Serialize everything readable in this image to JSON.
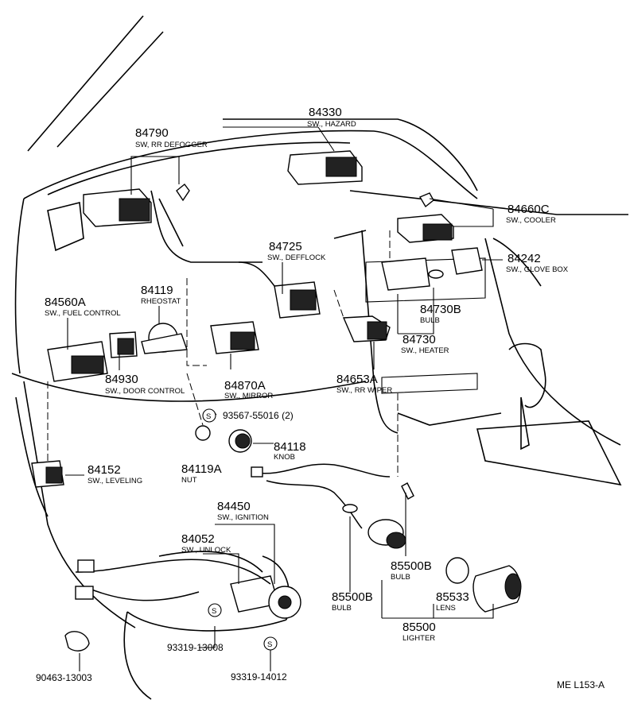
{
  "parts": [
    {
      "number": "84330",
      "desc": "SW., HAZARD"
    },
    {
      "number": "84790",
      "desc": "SW, RR DEFOGGER"
    },
    {
      "number": "84660C",
      "desc": "SW., COOLER"
    },
    {
      "number": "84242",
      "desc": "SW., GLOVE BOX"
    },
    {
      "number": "84725",
      "desc": "SW., DEFFLOCK"
    },
    {
      "number": "84119",
      "desc": "RHEOSTAT"
    },
    {
      "number": "84560A",
      "desc": "SW., FUEL CONTROL"
    },
    {
      "number": "84730B",
      "desc": "BULB"
    },
    {
      "number": "84730",
      "desc": "SW., HEATER"
    },
    {
      "number": "84930",
      "desc": "SW., DOOR CONTROL"
    },
    {
      "number": "84870A",
      "desc": "SW., MIRROR"
    },
    {
      "number": "84653A",
      "desc": "SW., RR WIPER"
    },
    {
      "number": "84118",
      "desc": "KNOB"
    },
    {
      "number": "84119A",
      "desc": "NUT"
    },
    {
      "number": "84152",
      "desc": "SW., LEVELING"
    },
    {
      "number": "84450",
      "desc": "SW., IGNITION"
    },
    {
      "number": "84052",
      "desc": "SW., UNLOCK"
    },
    {
      "number": "85500B",
      "desc": "BULB"
    },
    {
      "number": "85500B",
      "desc": "BULB"
    },
    {
      "number": "85533",
      "desc": "LENS"
    },
    {
      "number": "85500",
      "desc": "LIGHTER"
    }
  ],
  "bolts": [
    {
      "label": "93567-55016 (2)"
    },
    {
      "label": "93319-13008"
    },
    {
      "label": "93319-14012"
    },
    {
      "label": "90463-13003"
    }
  ],
  "symbol": "S",
  "ref_code": "ME L153-A"
}
